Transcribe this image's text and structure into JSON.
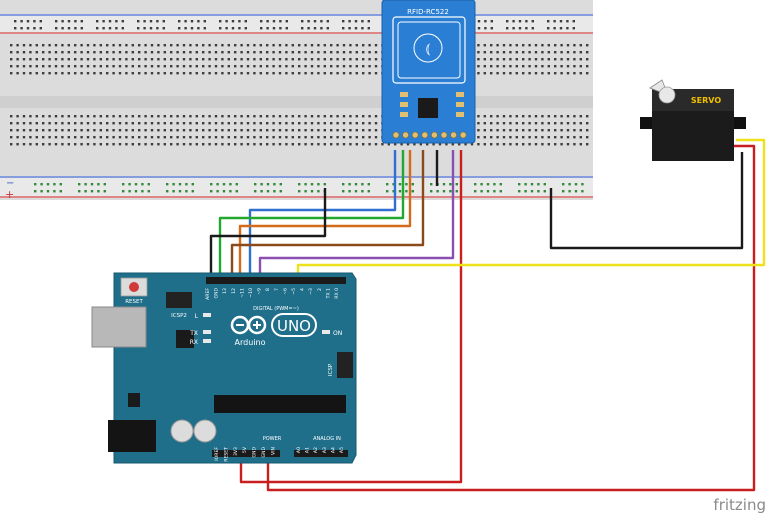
{
  "colors": {
    "breadboard": "#d9d9d9",
    "breadboard_hole": "#3d3d3d",
    "rail_red": "#d84a4a",
    "rail_blue": "#4a6fd8",
    "arduino": "#1f6f8b",
    "rfid_board": "#2a7fd4",
    "servo_body": "#1b1b1b",
    "wire_red": "#c81e1e",
    "wire_black": "#1a1a1a",
    "wire_yellow": "#f0e21a",
    "wire_green": "#22a82e",
    "wire_blue": "#2f6fd0",
    "wire_orange": "#d46a1a",
    "wire_brown": "#8a4a1a",
    "wire_purple": "#8a4fb0"
  },
  "breadboard": {
    "rail_minus": "−",
    "rail_plus": "+"
  },
  "rfid": {
    "label": "RFID-RC522"
  },
  "servo": {
    "label": "SERVO"
  },
  "arduino": {
    "reset_label": "RESET",
    "icsp2_label": "ICSP2",
    "l_label": "L",
    "tx_label": "TX",
    "rx_label": "RX",
    "on_label": "ON",
    "icsp_label": "ICSP",
    "brand_uno": "UNO",
    "brand_name": "Arduino",
    "digital_label": "DIGITAL (PWM=~)",
    "power_label": "POWER",
    "analog_label": "ANALOG IN",
    "digital_pins": [
      "AREF",
      "GND",
      "13",
      "12",
      "~11",
      "~10",
      "~9",
      "8",
      "7",
      "~6",
      "~5",
      "4",
      "~3",
      "2",
      "TX 1",
      "RX 0"
    ],
    "power_pins": [
      "IOREF",
      "RESET",
      "3V3",
      "5V",
      "GND",
      "GND",
      "VIN"
    ],
    "analog_pins": [
      "A0",
      "A1",
      "A2",
      "A3",
      "A4",
      "A5"
    ]
  },
  "watermark": {
    "text": "fritzing"
  }
}
